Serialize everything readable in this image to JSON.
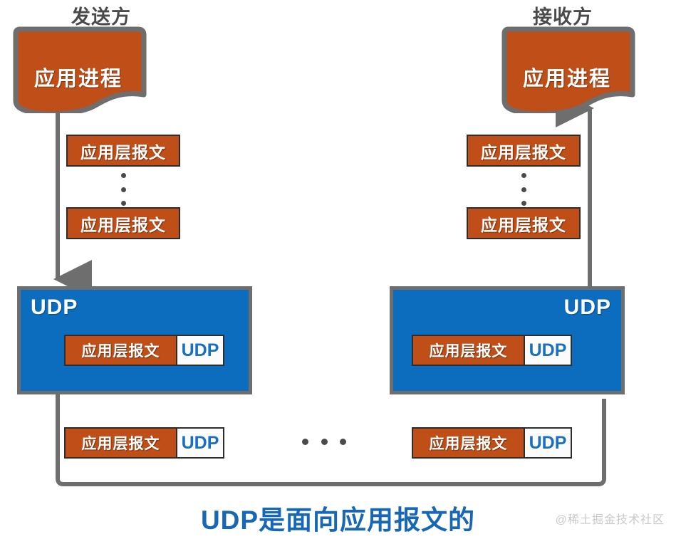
{
  "diagram": {
    "caption": "UDP是面向应用报文的",
    "watermark": "@稀土掘金技术社区",
    "colors": {
      "message_orange": "#bf4e18",
      "udp_blue": "#0c6cbe",
      "caption_blue": "#1667b5",
      "line_gray": "#6e6e6e",
      "border_dark": "#2d2d2d",
      "heading_gray": "#4a4a4a",
      "header_white": "#fbfbfb",
      "watermark_gray": "#c9c9c9"
    }
  },
  "sender": {
    "heading": "发送方",
    "app_process_label": "应用进程",
    "messages": [
      {
        "label": "应用层报文"
      },
      {
        "label": "应用层报文"
      }
    ],
    "vertical_ellipsis": "⋮",
    "udp_layer": {
      "label": "UDP",
      "datagram": {
        "payload": "应用层报文",
        "header": "UDP"
      }
    },
    "output_datagram": {
      "payload": "应用层报文",
      "header": "UDP"
    }
  },
  "receiver": {
    "heading": "接收方",
    "app_process_label": "应用进程",
    "messages": [
      {
        "label": "应用层报文"
      },
      {
        "label": "应用层报文"
      }
    ],
    "vertical_ellipsis": "⋮",
    "udp_layer": {
      "label": "UDP",
      "datagram": {
        "payload": "应用层报文",
        "header": "UDP"
      }
    },
    "output_datagram": {
      "payload": "应用层报文",
      "header": "UDP"
    }
  },
  "middle": {
    "horizontal_ellipsis": "⋯"
  }
}
